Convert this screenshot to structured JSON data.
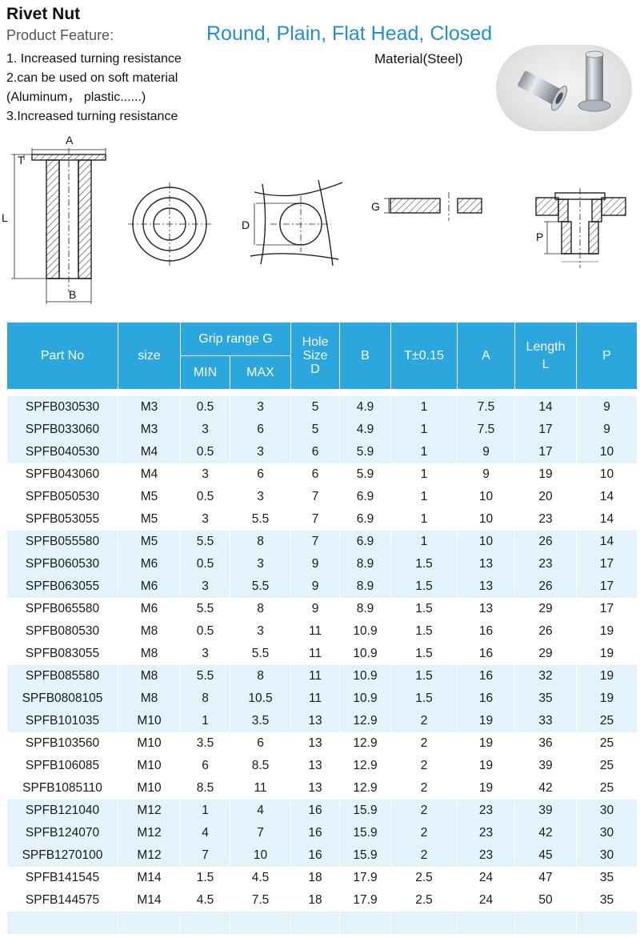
{
  "title": "Rivet Nut",
  "feature_label": "Product Feature:",
  "subtitle": "Round, Plain, Flat Head, Closed",
  "features": [
    "1. Increased turning resistance",
    "2.can be used on soft material",
    "(Aluminum， plastic......)",
    "3.Increased turning resistance"
  ],
  "material": "Material(Steel)",
  "drawing_labels": {
    "A": "A",
    "T": "T",
    "L": "L",
    "B": "B",
    "D": "D",
    "G": "G",
    "P": "P"
  },
  "table": {
    "headers": {
      "part_no": "Part No",
      "size": "size",
      "grip": "Grip range  G",
      "min": "MIN",
      "max": "MAX",
      "hole_1": "Hole",
      "hole_2": "Size",
      "hole_3": "D",
      "b": "B",
      "t": "T±0.15",
      "a": "A",
      "length_1": "Length",
      "length_2": "L",
      "p": "P"
    },
    "rows": [
      [
        "SPFB030530",
        "M3",
        "0.5",
        "3",
        "5",
        "4.9",
        "1",
        "7.5",
        "14",
        "9"
      ],
      [
        "SPFB033060",
        "M3",
        "3",
        "6",
        "5",
        "4.9",
        "1",
        "7.5",
        "17",
        "9"
      ],
      [
        "SPFB040530",
        "M4",
        "0.5",
        "3",
        "6",
        "5.9",
        "1",
        "9",
        "17",
        "10"
      ],
      [
        "SPFB043060",
        "M4",
        "3",
        "6",
        "6",
        "5.9",
        "1",
        "9",
        "19",
        "10"
      ],
      [
        "SPFB050530",
        "M5",
        "0.5",
        "3",
        "7",
        "6.9",
        "1",
        "10",
        "20",
        "14"
      ],
      [
        "SPFB053055",
        "M5",
        "3",
        "5.5",
        "7",
        "6.9",
        "1",
        "10",
        "23",
        "14"
      ],
      [
        "SPFB055580",
        "M5",
        "5.5",
        "8",
        "7",
        "6.9",
        "1",
        "10",
        "26",
        "14"
      ],
      [
        "SPFB060530",
        "M6",
        "0.5",
        "3",
        "9",
        "8.9",
        "1.5",
        "13",
        "23",
        "17"
      ],
      [
        "SPFB063055",
        "M6",
        "3",
        "5.5",
        "9",
        "8.9",
        "1.5",
        "13",
        "26",
        "17"
      ],
      [
        "SPFB065580",
        "M6",
        "5.5",
        "8",
        "9",
        "8.9",
        "1.5",
        "13",
        "29",
        "17"
      ],
      [
        "SPFB080530",
        "M8",
        "0.5",
        "3",
        "11",
        "10.9",
        "1.5",
        "16",
        "26",
        "19"
      ],
      [
        "SPFB083055",
        "M8",
        "3",
        "5.5",
        "11",
        "10.9",
        "1.5",
        "16",
        "29",
        "19"
      ],
      [
        "SPFB085580",
        "M8",
        "5.5",
        "8",
        "11",
        "10.9",
        "1.5",
        "16",
        "32",
        "19"
      ],
      [
        "SPFB0808105",
        "M8",
        "8",
        "10.5",
        "11",
        "10.9",
        "1.5",
        "16",
        "35",
        "19"
      ],
      [
        "SPFB101035",
        "M10",
        "1",
        "3.5",
        "13",
        "12.9",
        "2",
        "19",
        "33",
        "25"
      ],
      [
        "SPFB103560",
        "M10",
        "3.5",
        "6",
        "13",
        "12.9",
        "2",
        "19",
        "36",
        "25"
      ],
      [
        "SPFB106085",
        "M10",
        "6",
        "8.5",
        "13",
        "12.9",
        "2",
        "19",
        "39",
        "25"
      ],
      [
        "SPFB1085110",
        "M10",
        "8.5",
        "11",
        "13",
        "12.9",
        "2",
        "19",
        "42",
        "25"
      ],
      [
        "SPFB121040",
        "M12",
        "1",
        "4",
        "16",
        "15.9",
        "2",
        "23",
        "39",
        "30"
      ],
      [
        "SPFB124070",
        "M12",
        "4",
        "7",
        "16",
        "15.9",
        "2",
        "23",
        "42",
        "30"
      ],
      [
        "SPFB1270100",
        "M12",
        "7",
        "10",
        "16",
        "15.9",
        "2",
        "23",
        "45",
        "30"
      ],
      [
        "SPFB141545",
        "M14",
        "1.5",
        "4.5",
        "18",
        "17.9",
        "2.5",
        "24",
        "47",
        "35"
      ],
      [
        "SPFB144575",
        "M14",
        "4.5",
        "7.5",
        "18",
        "17.9",
        "2.5",
        "24",
        "50",
        "35"
      ]
    ],
    "shaded_groups": [
      [
        0,
        2
      ],
      [
        6,
        8
      ],
      [
        12,
        14
      ],
      [
        18,
        20
      ]
    ]
  }
}
